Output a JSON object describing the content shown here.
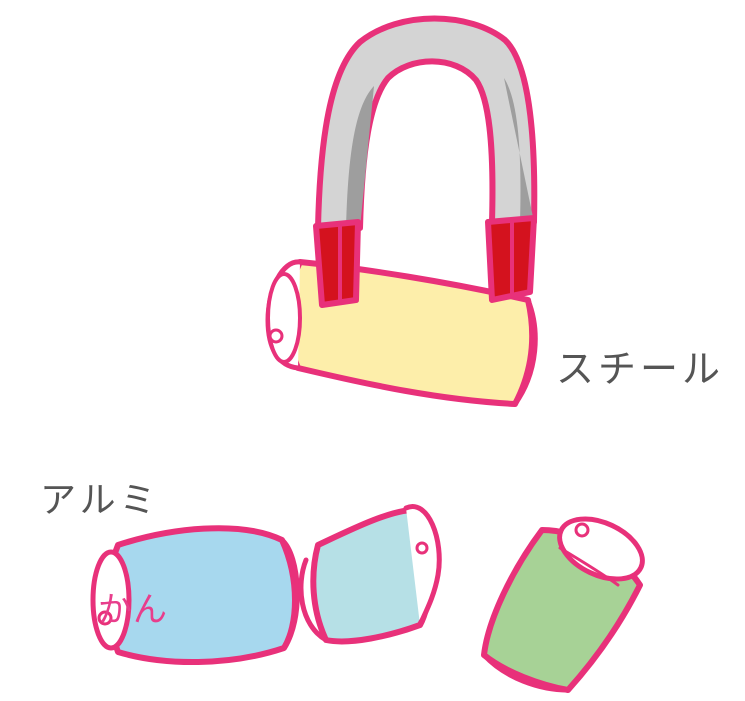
{
  "labels": {
    "steel": "スチール",
    "aluminum": "アルミ",
    "can": "かん"
  },
  "colors": {
    "outline": "#e8317a",
    "magnet_arc": "#d4d4d4",
    "magnet_shade": "#9e9e9e",
    "magnet_pole": "#d4121e",
    "steel_can": "#fdeeaa",
    "alu_can_large": "#a7d8ee",
    "alu_can_small": "#b6e0e6",
    "alu_can_green": "#a7d296",
    "label_text": "#555555"
  }
}
